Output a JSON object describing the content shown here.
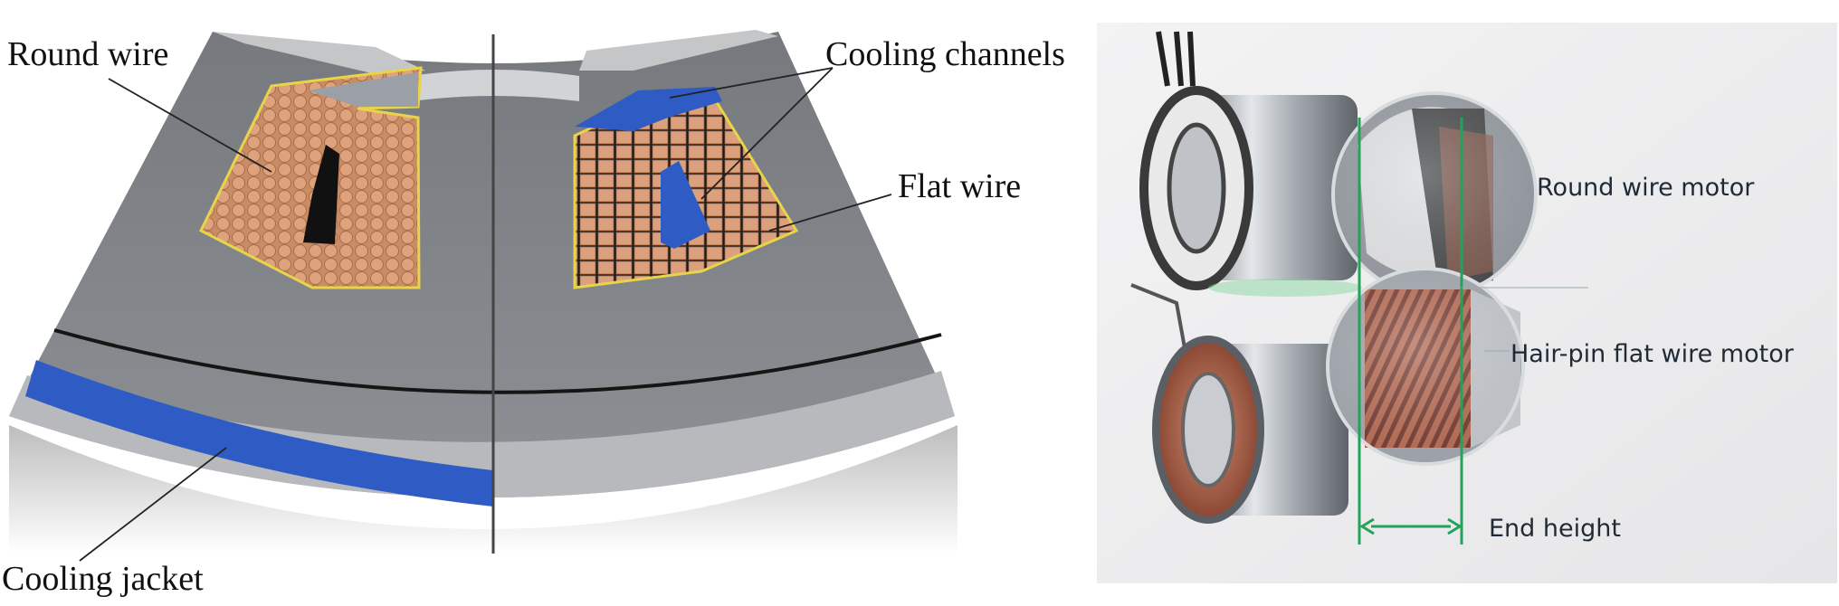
{
  "left_figure": {
    "labels": {
      "round_wire": "Round wire",
      "cooling_channels": "Cooling channels",
      "flat_wire": "Flat wire",
      "cooling_jacket": "Cooling jacket"
    },
    "colors": {
      "stator": "#8a8c8f",
      "cooling_jacket": "#2f5cc4",
      "copper": "#d9a07a",
      "insulation": "#e8d44a",
      "slot_void": "#111111"
    }
  },
  "right_figure": {
    "labels": {
      "round_wire_motor": "Round wire motor",
      "hairpin_motor": "Hair-pin flat wire motor",
      "end_height": "End height"
    },
    "colors": {
      "guide_lines": "#23a35a",
      "background": "#eeeeef"
    }
  }
}
